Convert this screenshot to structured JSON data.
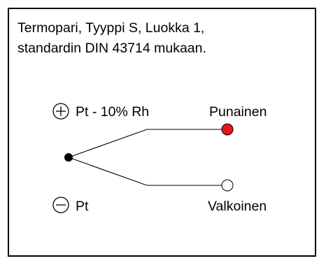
{
  "title": {
    "line1": "Termopari, Tyyppi S, Luokka 1,",
    "line2": "standardin DIN 43714 mukaan."
  },
  "positive": {
    "symbol": "+",
    "material": "Pt - 10% Rh",
    "color_name": "Punainen",
    "terminal_color": "#e8141b"
  },
  "negative": {
    "symbol": "−",
    "material": "Pt",
    "color_name": "Valkoinen",
    "terminal_color": "#ffffff"
  },
  "junction_color": "#000000"
}
